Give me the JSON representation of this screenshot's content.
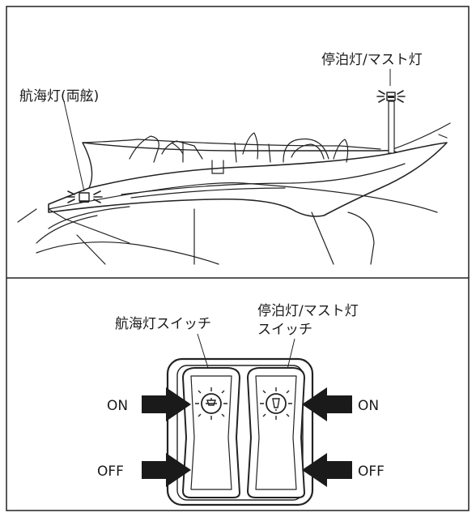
{
  "top_panel": {
    "label_nav_lights": "航海灯(両舷)",
    "label_anchor_mast_light": "停泊灯/マスト灯"
  },
  "bottom_panel": {
    "label_nav_switch": "航海灯スイッチ",
    "label_anchor_switch_line1": "停泊灯/マスト灯",
    "label_anchor_switch_line2": "スイッチ",
    "left_on": "ON",
    "left_off": "OFF",
    "right_on": "ON",
    "right_off": "OFF"
  },
  "icons": {
    "nav_switch_symbol": "navigation-light-icon",
    "anchor_switch_symbol": "anchor-light-icon",
    "arrow": "arrow-icon"
  }
}
